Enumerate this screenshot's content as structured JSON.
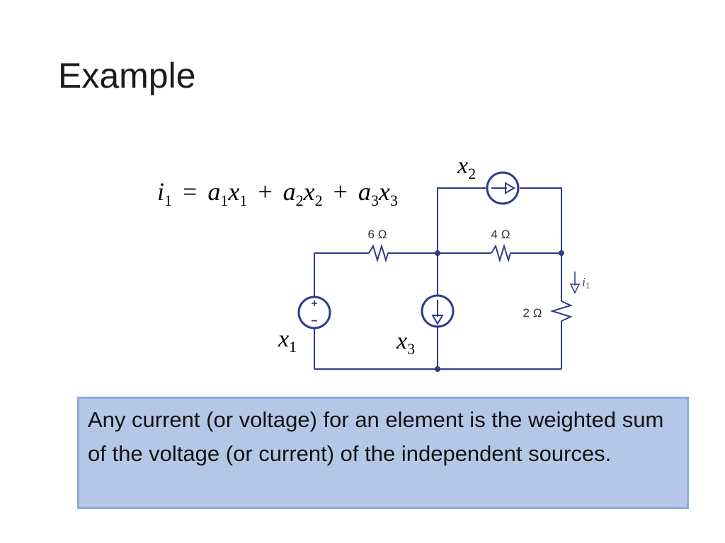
{
  "slide": {
    "title": "Example"
  },
  "equation": {
    "lhs_var": "i",
    "lhs_sub": "1",
    "eq": "=",
    "terms": [
      {
        "coef": "a",
        "coef_sub": "1",
        "var": "x",
        "var_sub": "1"
      },
      {
        "coef": "a",
        "coef_sub": "2",
        "var": "x",
        "var_sub": "2"
      },
      {
        "coef": "a",
        "coef_sub": "3",
        "var": "x",
        "var_sub": "3"
      }
    ],
    "plus": "+"
  },
  "circuit": {
    "resistors": {
      "r_left": "6 Ω",
      "r_middle": "4 Ω",
      "r_right": "2 Ω"
    },
    "sources": {
      "x1_var": "x",
      "x1_sub": "1",
      "x2_var": "x",
      "x2_sub": "2",
      "x3_var": "x",
      "x3_sub": "3",
      "plus_sign": "+",
      "minus_sign": "−"
    },
    "current_label_var": "i",
    "current_label_sub": "1",
    "wire_color": "#2e3a8c"
  },
  "note": {
    "text": "Any current (or voltage) for an element is the weighted sum of the voltage (or current) of the independent sources."
  }
}
